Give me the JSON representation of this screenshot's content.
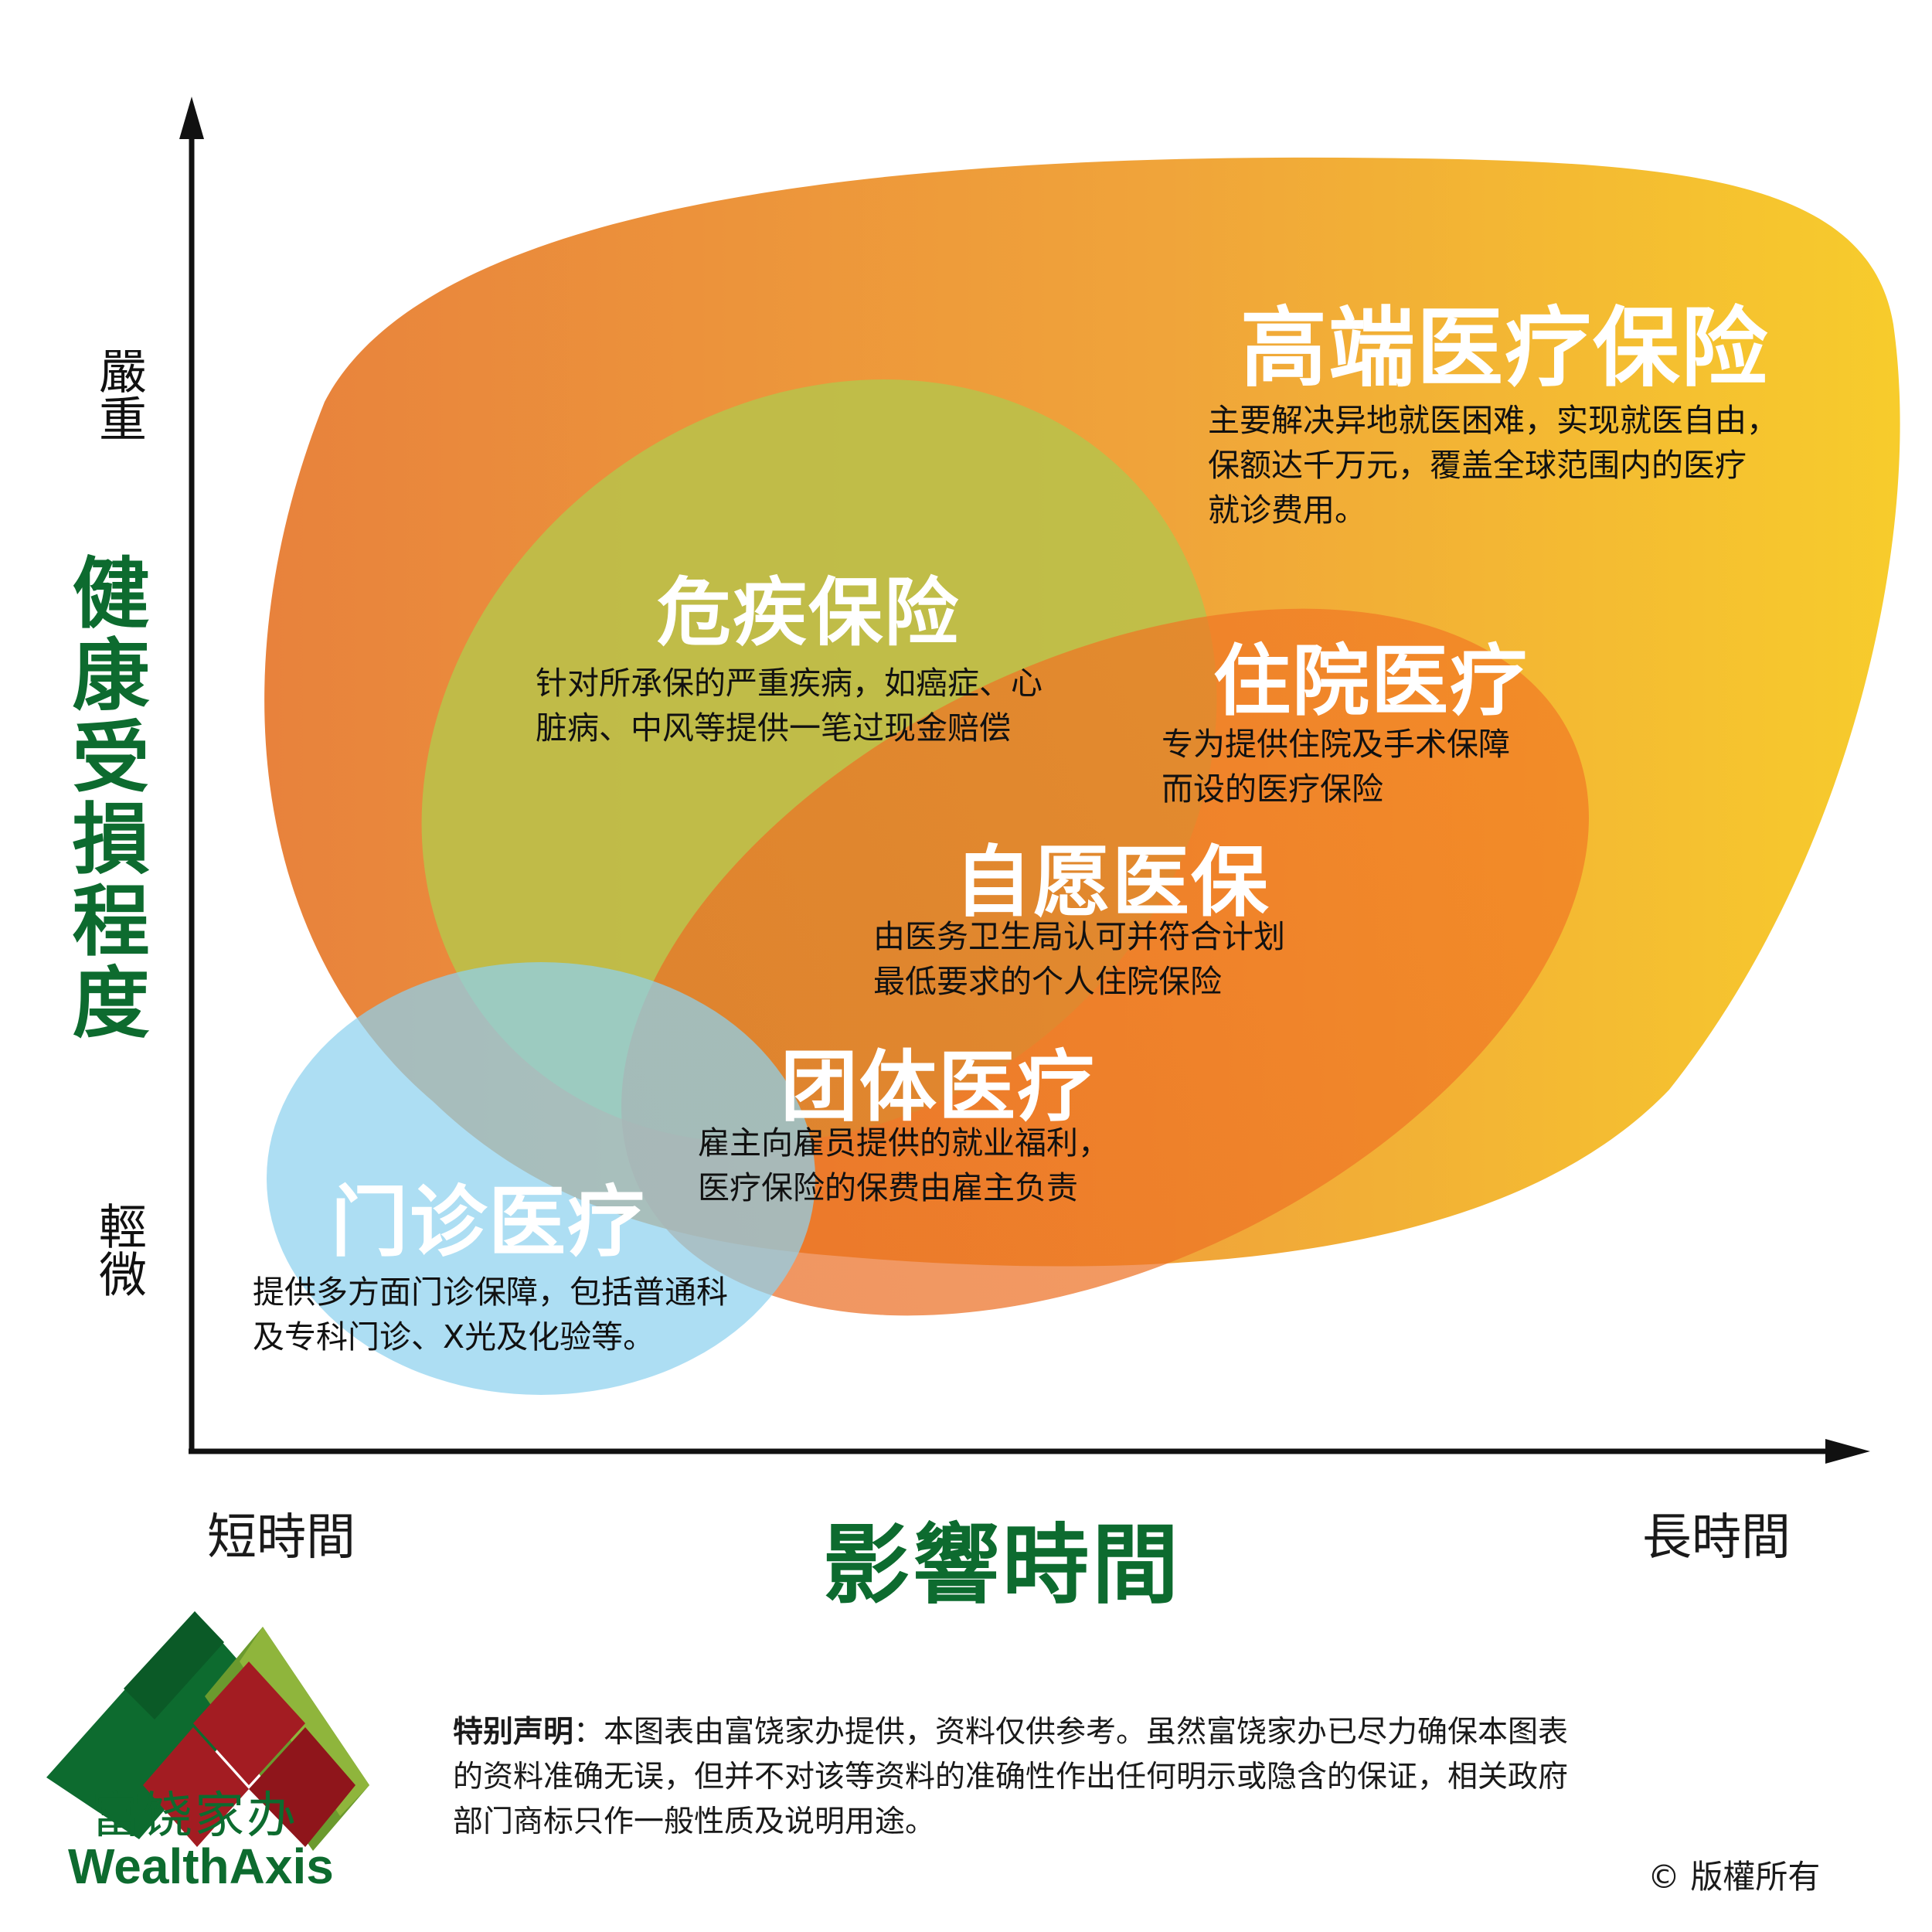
{
  "axes": {
    "y_title": "健康受損程度",
    "y_high": "嚴重",
    "y_low": "輕微",
    "x_title": "影響時間",
    "x_low": "短時間",
    "x_high": "長時間"
  },
  "regions": {
    "high_end": {
      "title": "高端医疗保险",
      "lines": [
        "主要解决异地就医困难，实现就医自由，",
        "保额达千万元，覆盖全球范围内的医疗",
        "就诊费用。"
      ]
    },
    "critical": {
      "title": "危疾保险",
      "lines": [
        "针对所承保的严重疾病，如癌症、心",
        "脏病、中风等提供一笔过现金赔偿"
      ]
    },
    "hospital": {
      "title": "住院医疗",
      "lines": [
        "专为提供住院及手术保障",
        "而设的医疗保险"
      ]
    },
    "vhis": {
      "title": "自愿医保",
      "lines": [
        "由医务卫生局认可并符合计划",
        "最低要求的个人住院保险"
      ]
    },
    "group": {
      "title": "团体医疗",
      "lines": [
        "雇主向雇员提供的就业福利，",
        "医疗保险的保费由雇主负责"
      ]
    },
    "outpatient": {
      "title": "门诊医疗",
      "lines": [
        "提供多方面门诊保障，包括普通科",
        "及专科门诊、X光及化验等。"
      ]
    }
  },
  "logo": {
    "name_cn": "富饶家办",
    "name_en": "WealthAxis"
  },
  "disclaimer": {
    "label": "特别声明",
    "line1": "：本图表由富饶家办提供，资料仅供参考。虽然富饶家办已尽力确保本图表",
    "line2": "的资料准确无误，但并不对该等资料的准确性作出任何明示或隐含的保证，相关政府",
    "line3": "部门商标只作一般性质及说明用途。"
  },
  "copyright": "© 版權所有",
  "colors": {
    "brand_green": "#0d6b2f",
    "orange_left": "#e8823c",
    "yellow_right": "#f7cc2c",
    "olive": "#b4b43a",
    "red_orange": "#ef6a22",
    "blue": "#8ed1ee",
    "logo_red": "#a31c22"
  }
}
